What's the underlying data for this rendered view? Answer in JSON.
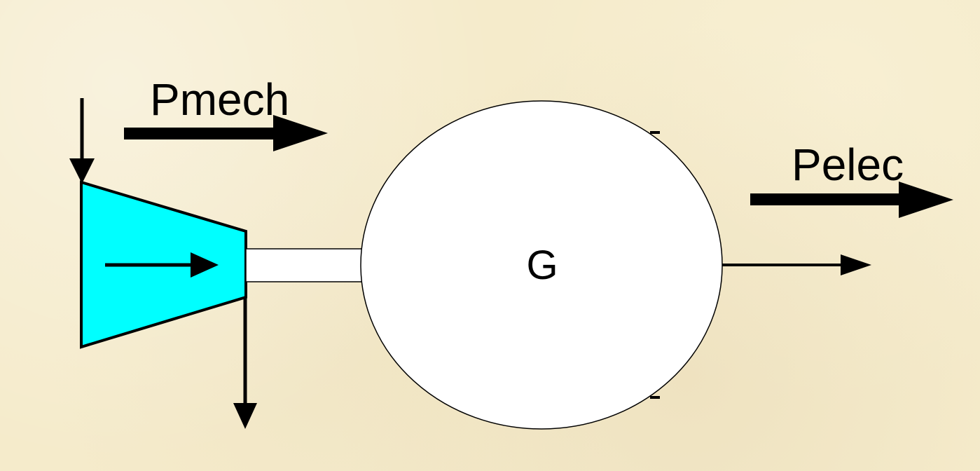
{
  "labels": {
    "mechanical_power": "Pmech",
    "electrical_power": "Pelec",
    "generator": "G"
  },
  "colors": {
    "background": "#f5ebcb",
    "turbine_fill": "#00ffff",
    "generator_fill": "#ffffff",
    "shaft_fill": "#ffffff",
    "stroke": "#000000"
  }
}
